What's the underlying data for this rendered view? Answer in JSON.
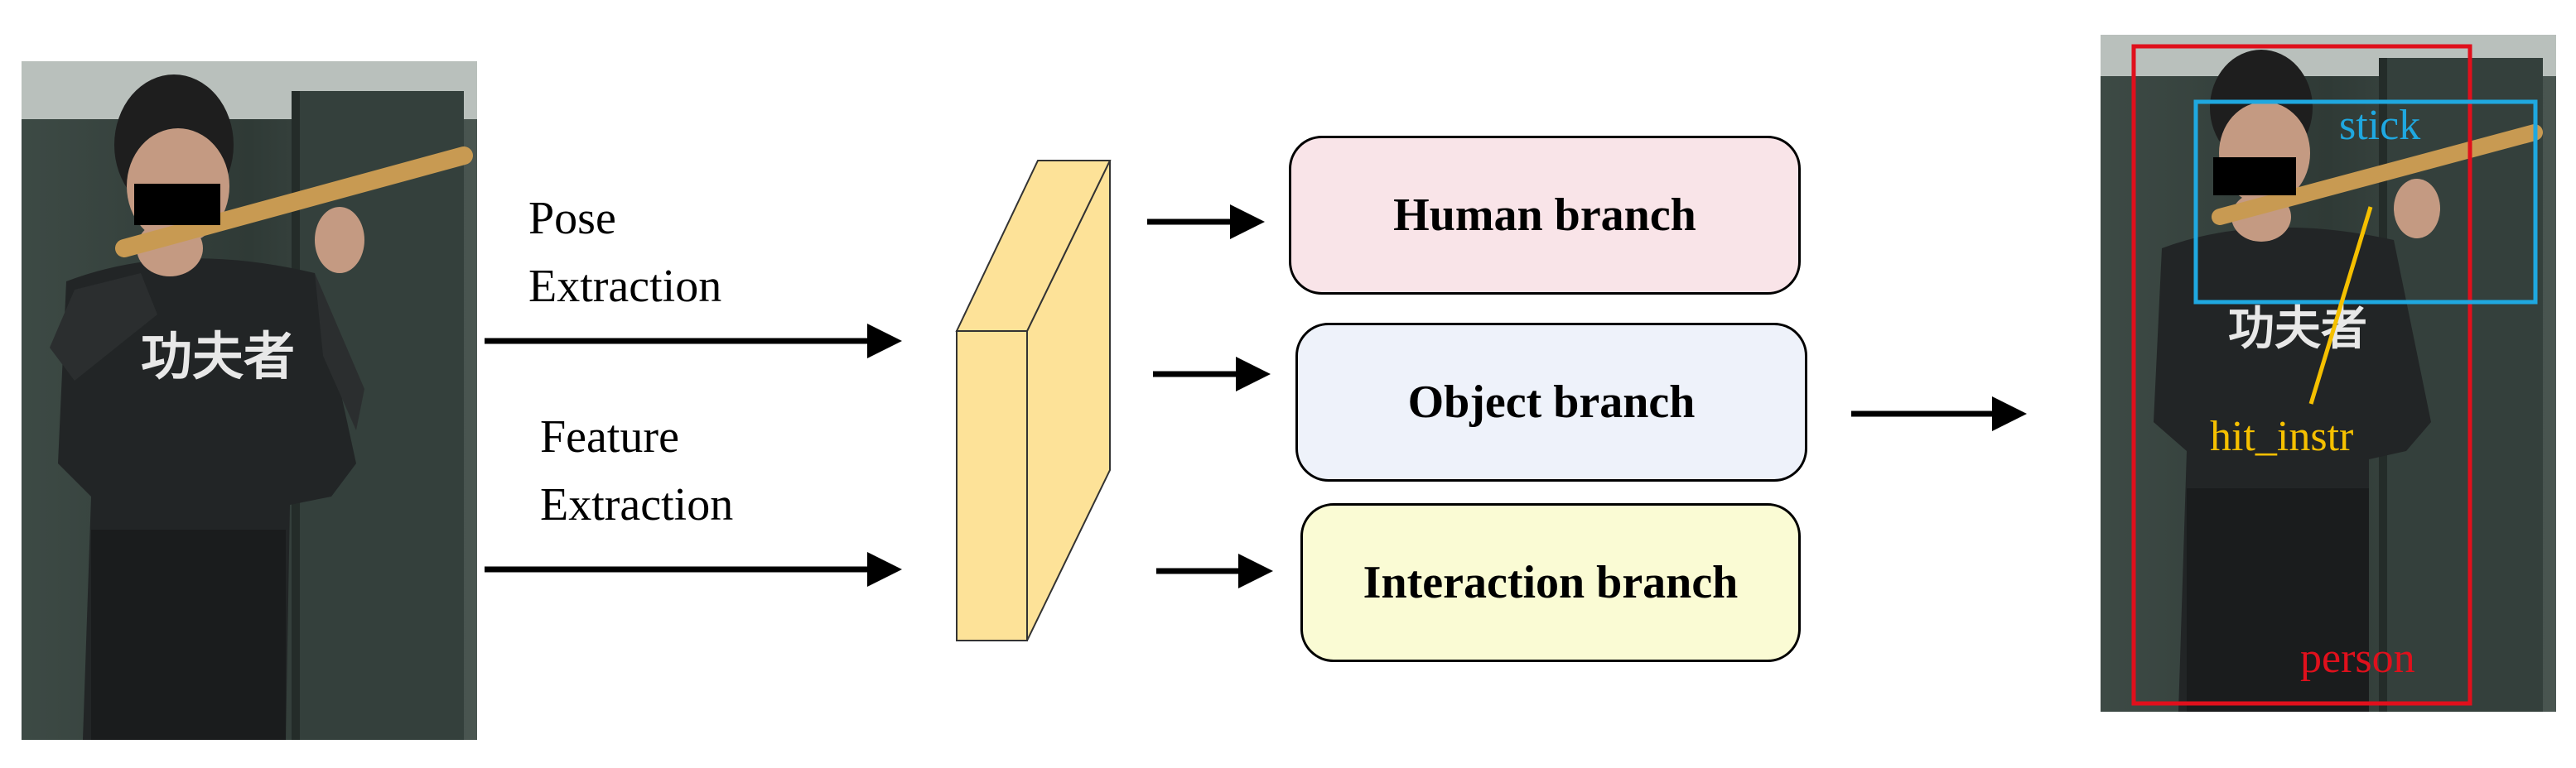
{
  "labels": {
    "pose": [
      "Pose",
      "Extraction"
    ],
    "feature": [
      "Feature",
      "Extraction"
    ]
  },
  "branches": [
    {
      "label": "Human branch",
      "color": "#f9e4e8"
    },
    {
      "label": "Object branch",
      "color": "#eef2fa"
    },
    {
      "label": "Interaction  branch",
      "color": "#fafbd4"
    }
  ],
  "result": {
    "object_label": "stick",
    "interaction_label": "hit_instr",
    "human_label": "person",
    "object_color": "#1fa8e0",
    "interaction_color": "#f5c000",
    "human_color": "#e0101c"
  },
  "shirt_text": "功夫者",
  "feature_block_color": "#fde298"
}
